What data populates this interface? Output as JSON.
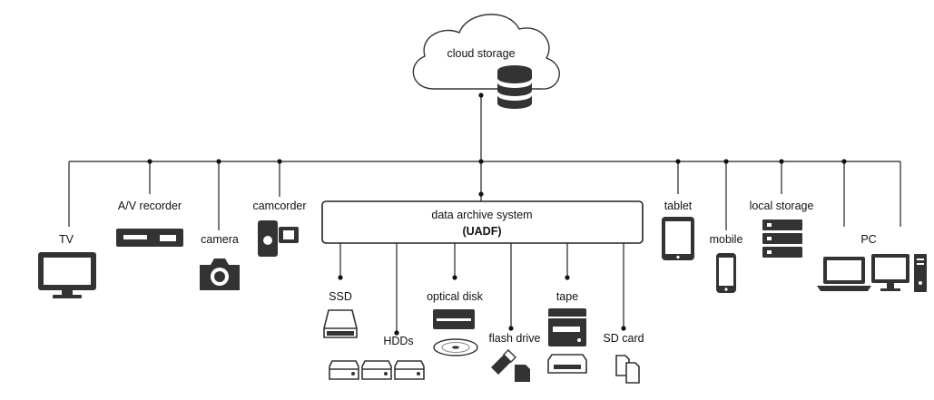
{
  "cloud": {
    "label": "cloud storage"
  },
  "archive": {
    "title": "data archive system",
    "subtitle": "(UADF)"
  },
  "devices": {
    "tv": "TV",
    "av_recorder": "A/V recorder",
    "camera": "camera",
    "camcorder": "camcorder",
    "tablet": "tablet",
    "mobile": "mobile",
    "local_storage": "local storage",
    "pc": "PC"
  },
  "media": {
    "ssd": "SSD",
    "hdds": "HDDs",
    "optical_disk": "optical disk",
    "flash_drive": "flash drive",
    "tape": "tape",
    "sd_card": "SD card"
  }
}
